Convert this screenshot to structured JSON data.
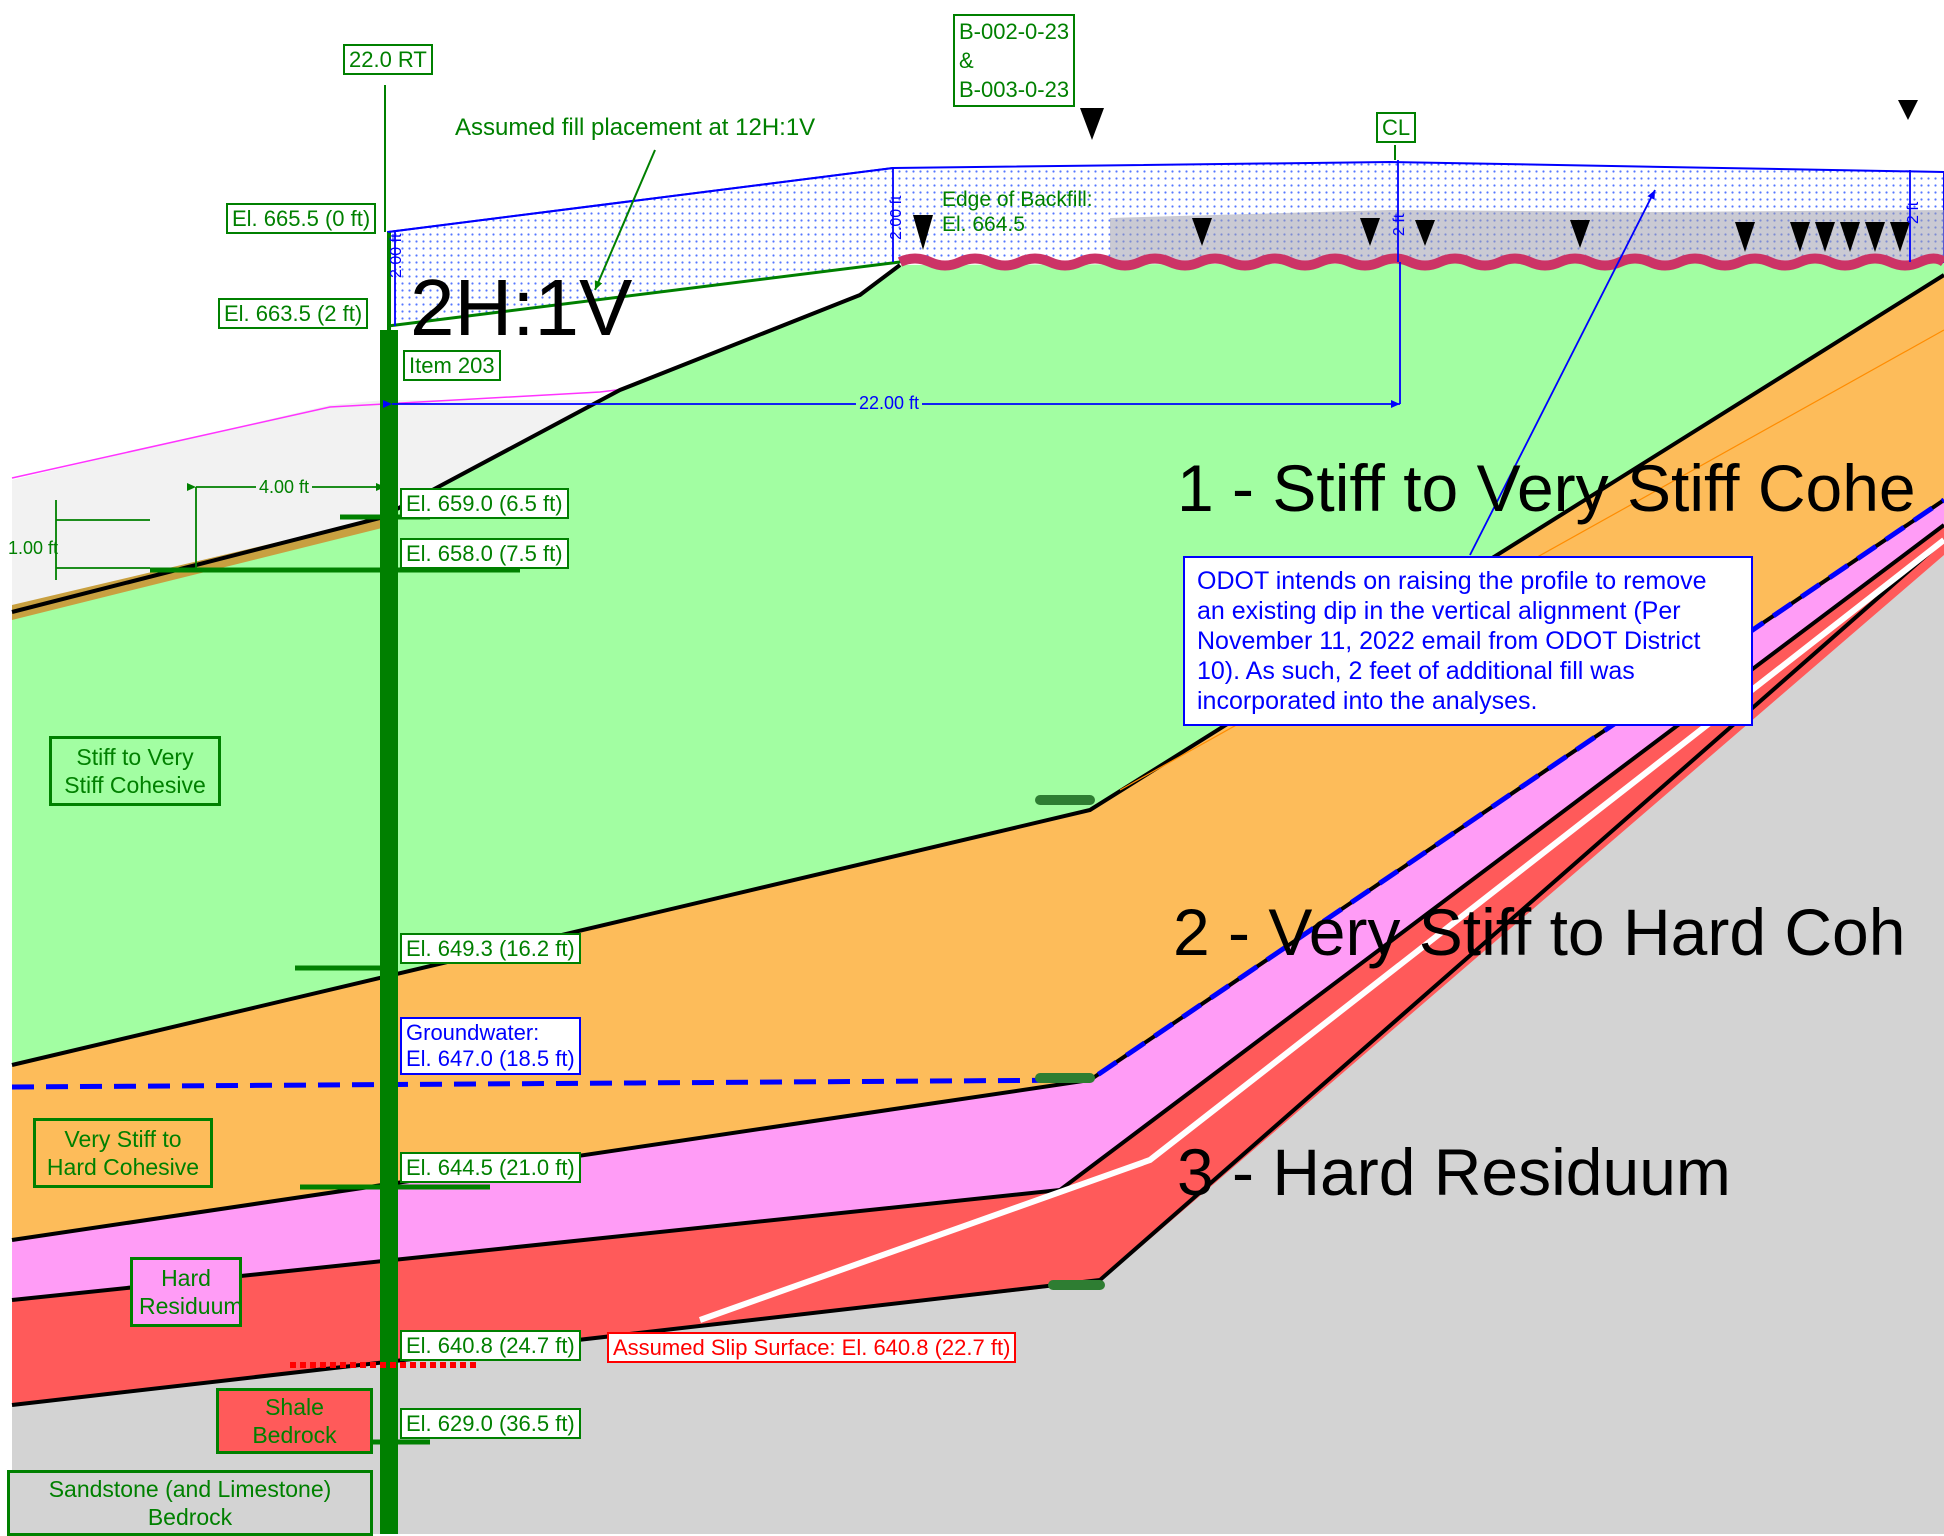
{
  "labels": {
    "station": "22.0 RT",
    "borings": [
      "B-002-0-23",
      "&",
      "B-003-0-23"
    ],
    "centerline": "CL",
    "fill_note": "Assumed fill placement at 12H:1V",
    "slope_ratio": "2H:1V",
    "edge_backfill_line1": "Edge of Backfill:",
    "edge_backfill_line2": "El. 664.5",
    "item": "Item 203",
    "dim_22": "22.00 ft",
    "dim_4": "4.00 ft",
    "dim_1": "1.00 ft",
    "dim_2_left": "2.00 ft",
    "dim_2_mid": "2.00 ft",
    "dim_2_cl": "2 ft",
    "dim_2_right": "2 ft"
  },
  "elevations": [
    "El. 665.5 (0 ft)",
    "El. 663.5 (2 ft)",
    "El. 659.0 (6.5 ft)",
    "El. 658.0 (7.5 ft)",
    "El. 649.3 (16.2 ft)",
    "El. 644.5 (21.0 ft)",
    "El. 640.8 (24.7 ft)",
    "El. 629.0 (36.5 ft)"
  ],
  "groundwater": [
    "Groundwater:",
    "El. 647.0 (18.5 ft)"
  ],
  "slip_surface": "Assumed Slip Surface: El. 640.8 (22.7 ft)",
  "materials": [
    "Stiff to Very Stiff Cohesive",
    "Very Stiff to Hard Cohesive",
    "Hard Residuum",
    "Shale Bedrock",
    "Sandstone (and Limestone) Bedrock"
  ],
  "layer_titles": [
    "1 - Stiff to Very Stiff Cohe",
    "2 - Very Stiff to Hard Coh",
    "3 - Hard Residuum"
  ],
  "note": "ODOT intends on raising the profile to remove an existing dip in the vertical alignment (Per November 11, 2022 email from ODOT District 10).  As such, 2 feet of additional fill was incorporated into the analyses.",
  "colors": {
    "stiff_cohesive": "#a2fea2",
    "hard_cohesive": "#fdbc5a",
    "residuum": "#ff9cf6",
    "shale": "#ff5a5a",
    "bedrock": "#d3d3d3",
    "fill": "#dfe8ff",
    "annotation_green": "#008000",
    "annotation_blue": "#0000ff",
    "slip_red": "#ff0000"
  },
  "icons": [
    "load-arrow-icon",
    "marker-triangle-icon"
  ]
}
